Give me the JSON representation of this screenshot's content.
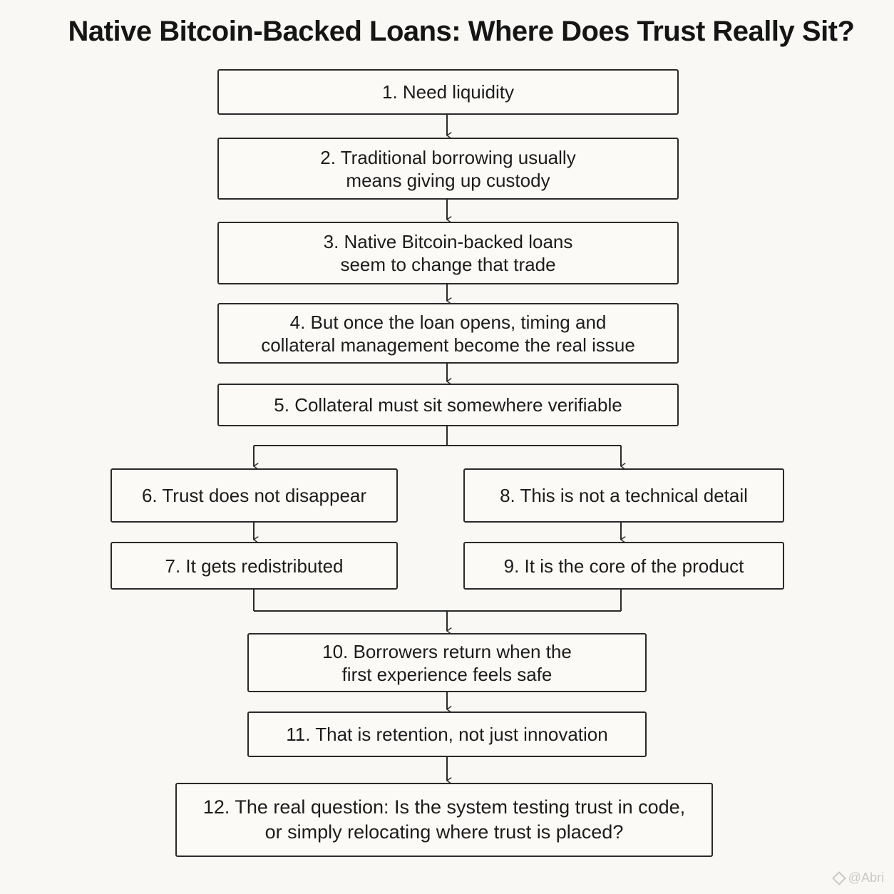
{
  "title": "Native Bitcoin-Backed Loans: Where Does Trust Really Sit?",
  "steps": [
    {
      "lines": [
        "1. Need liquidity"
      ]
    },
    {
      "lines": [
        "2. Traditional borrowing usually",
        "means giving up custody"
      ]
    },
    {
      "lines": [
        "3. Native Bitcoin-backed loans",
        "seem to change that trade"
      ]
    },
    {
      "lines": [
        "4. But once the loan opens, timing and",
        "collateral management become the real issue"
      ]
    },
    {
      "lines": [
        "5. Collateral must sit somewhere verifiable"
      ]
    },
    {
      "lines": [
        "6. Trust does not disappear"
      ]
    },
    {
      "lines": [
        "7. It gets redistributed"
      ]
    },
    {
      "lines": [
        "8. This is not a technical detail"
      ]
    },
    {
      "lines": [
        "9. It is the core of the product"
      ]
    },
    {
      "lines": [
        "10. Borrowers return when the",
        "first experience feels safe"
      ]
    },
    {
      "lines": [
        "11. That is retention, not just innovation"
      ]
    },
    {
      "lines": [
        "12. The real question: Is the system testing trust in code,",
        "or simply relocating where trust is placed?"
      ]
    }
  ],
  "watermark": {
    "icon": "binance-diamond-icon",
    "text": "@Abri"
  }
}
